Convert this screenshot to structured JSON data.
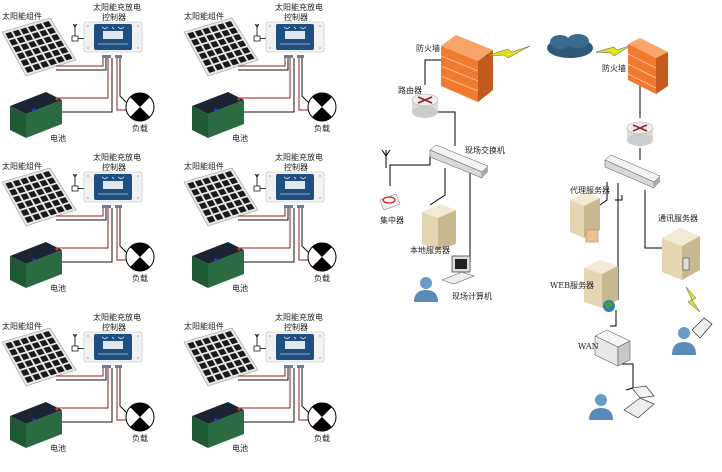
{
  "solar_units": [
    {
      "panel_label": "太阳能组件",
      "controller_label_1": "太阳能充放电",
      "controller_label_2": "控制器",
      "battery_label": "电池",
      "load_label": "负载"
    },
    {
      "panel_label": "太阳能组件",
      "controller_label_1": "太阳能充放电",
      "controller_label_2": "控制器",
      "battery_label": "电池",
      "load_label": "负载"
    },
    {
      "panel_label": "太阳能组件",
      "controller_label_1": "太阳能充放电",
      "controller_label_2": "控制器",
      "battery_label": "电池",
      "load_label": "负载"
    },
    {
      "panel_label": "太阳能组件",
      "controller_label_1": "太阳能充放电",
      "controller_label_2": "控制器",
      "battery_label": "电池",
      "load_label": "负载"
    },
    {
      "panel_label": "太阳能组件",
      "controller_label_1": "太阳能充放电",
      "controller_label_2": "控制器",
      "battery_label": "电池",
      "load_label": "负载"
    },
    {
      "panel_label": "太阳能组件",
      "controller_label_1": "太阳能充放电",
      "controller_label_2": "控制器",
      "battery_label": "电池",
      "load_label": "负载"
    }
  ],
  "network": {
    "firewall_left": "防火墙",
    "firewall_right": "防火墙",
    "router": "路由器",
    "site_switch": "现场交换机",
    "concentrator": "集中器",
    "local_server": "本地服务器",
    "site_computer": "现场计算机",
    "proxy_server": "代理服务器",
    "comm_server": "通讯服务器",
    "web_server": "WEB服务器",
    "wan": "WAN"
  },
  "colors": {
    "wire_positive": "#a01818",
    "wire_negative": "#111111",
    "battery_body": "#1f5a35",
    "battery_top": "#1c2433",
    "controller_body": "#1f4e80",
    "firewall": "#f07a30",
    "cloud": "#2e5878",
    "person": "#5a8ab8",
    "server": "#e8dcc0",
    "lightning": "#e4e020"
  }
}
